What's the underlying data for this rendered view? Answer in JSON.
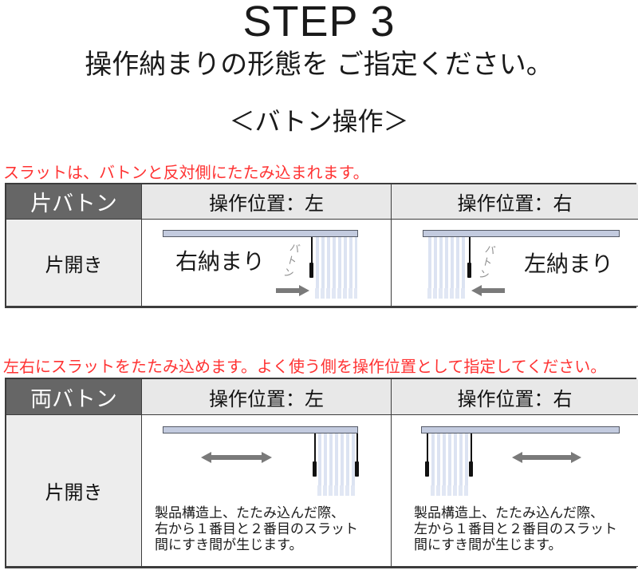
{
  "page": {
    "step_title": "STEP 3",
    "subtitle": "操作納まりの形態を ご指定ください。",
    "section_heading": "＜バトン操作＞"
  },
  "colors": {
    "accent_red": "#ff3333",
    "header_dark_bg": "#666666",
    "header_light_bg": "#e8e8e8",
    "row_label_bg": "#ededed",
    "rail_fill": "#c3cbdf",
    "slat_fill": "#dce3f2",
    "arrow_gray": "#7a7a7a"
  },
  "single_baton": {
    "note": "スラットは、バトンと反対側にたたみ込まれます。",
    "row_header": "片バトン",
    "col_left": "操作位置：左",
    "col_right": "操作位置：右",
    "row_label": "片開き",
    "left_cell": {
      "storage_label": "右納まり",
      "baton_label": "バトン"
    },
    "right_cell": {
      "storage_label": "左納まり",
      "baton_label": "バトン"
    }
  },
  "double_baton": {
    "note": "左右にスラットをたたみ込めます。よく使う側を操作位置として指定してください。",
    "row_header": "両バトン",
    "col_left": "操作位置：左",
    "col_right": "操作位置：右",
    "row_label": "片開き",
    "left_cell": {
      "caption": "製品構造上、たたみ込んだ際、\n右から１番目と２番目のスラット\n間にすき間が生じます。"
    },
    "right_cell": {
      "caption": "製品構造上、たたみ込んだ際、\n左から１番目と２番目のスラット\n間にすき間が生じます。"
    }
  }
}
